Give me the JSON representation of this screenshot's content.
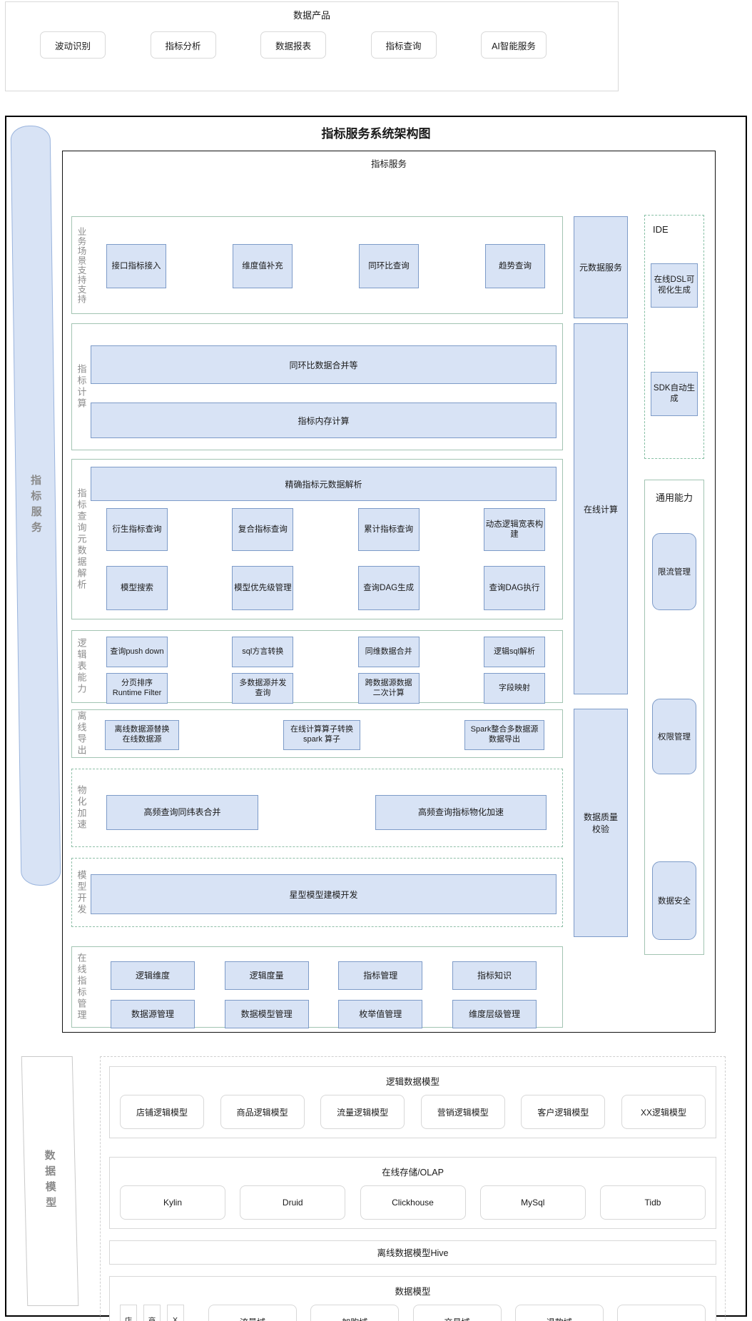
{
  "product_bar": {
    "title": "数据产品",
    "items": [
      "波动识别",
      "指标分析",
      "数据报表",
      "指标查询",
      "AI智能服务"
    ]
  },
  "architecture": {
    "title": "指标服务系统架构图",
    "lane": "指标服务",
    "inner_title": "指标服务",
    "sections": [
      {
        "label": "业务场景支持支持",
        "rows": [
          [
            "接口指标接入",
            "维度值补充",
            "同环比查询",
            "趋势查询"
          ]
        ]
      },
      {
        "label": "指标计算",
        "bars": [
          "同环比数据合并等",
          "指标内存计算"
        ]
      },
      {
        "label": "指标查询元数据解析",
        "bars": [
          "精确指标元数据解析"
        ],
        "rows": [
          [
            "衍生指标查询",
            "复合指标查询",
            "累计指标查询",
            "动态逻辑宽表构建"
          ],
          [
            "模型搜索",
            "模型优先级管理",
            "查询DAG生成",
            "查询DAG执行"
          ]
        ]
      },
      {
        "label": "逻辑表能力",
        "rows": [
          [
            "查询push down",
            "sql方言转换",
            "同维数据合并",
            "逻辑sql解析"
          ],
          [
            "分页排序\nRuntime Filter",
            "多数据源并发\n查询",
            "跨数据源数据\n二次计算",
            "字段映射"
          ]
        ]
      },
      {
        "label": "离线导出",
        "rows": [
          [
            "离线数据源替换\n在线数据源",
            "在线计算算子转换\nspark 算子",
            "Spark整合多数据源\n数据导出"
          ]
        ]
      },
      {
        "label": "物化加速",
        "rows": [
          [
            "高频查询同纬表合并",
            "高频查询指标物化加速"
          ]
        ]
      },
      {
        "label": "模型开发",
        "bars": [
          "星型模型建模开发"
        ]
      },
      {
        "label": "在线指标管理",
        "rows": [
          [
            "逻辑维度",
            "逻辑度量",
            "指标管理",
            "指标知识"
          ],
          [
            "数据源管理",
            "数据模型管理",
            "枚举值管理",
            "维度层级管理"
          ]
        ]
      }
    ],
    "middle_column": [
      "元数据服务",
      "在线计算",
      "数据质量\n校验"
    ],
    "ide": {
      "label": "IDE",
      "items": [
        "在线DSL可视化生成",
        "SDK自动生成"
      ]
    },
    "common": {
      "label": "通用能力",
      "items": [
        "限流管理",
        "权限管理",
        "数据安全"
      ]
    }
  },
  "data_model": {
    "lane": "数据模型",
    "groups": [
      {
        "title": "逻辑数据模型",
        "items": [
          "店铺逻辑模型",
          "商品逻辑模型",
          "流量逻辑模型",
          "营销逻辑模型",
          "客户逻辑模型",
          "XX逻辑模型"
        ]
      },
      {
        "title": "在线存储/OLAP",
        "items": [
          "Kylin",
          "Druid",
          "Clickhouse",
          "MySql",
          "Tidb"
        ]
      },
      {
        "title": "离线数据模型Hive"
      },
      {
        "title": "数据模型",
        "dim_items": [
          "店铺维度",
          "商品维度",
          "XX维度"
        ],
        "items": [
          "流量域",
          "加购域",
          "交易域",
          "退款域",
          "..."
        ]
      }
    ]
  },
  "colors": {
    "box_fill": "#d8e3f5",
    "box_border": "#7d9bc8",
    "section_border_solid": "#a2c4b2",
    "section_border_dashed": "#8fbfa8",
    "frame_border": "#000000",
    "light_border": "#d9d9d9",
    "gray_label": "#8c8c8c"
  }
}
